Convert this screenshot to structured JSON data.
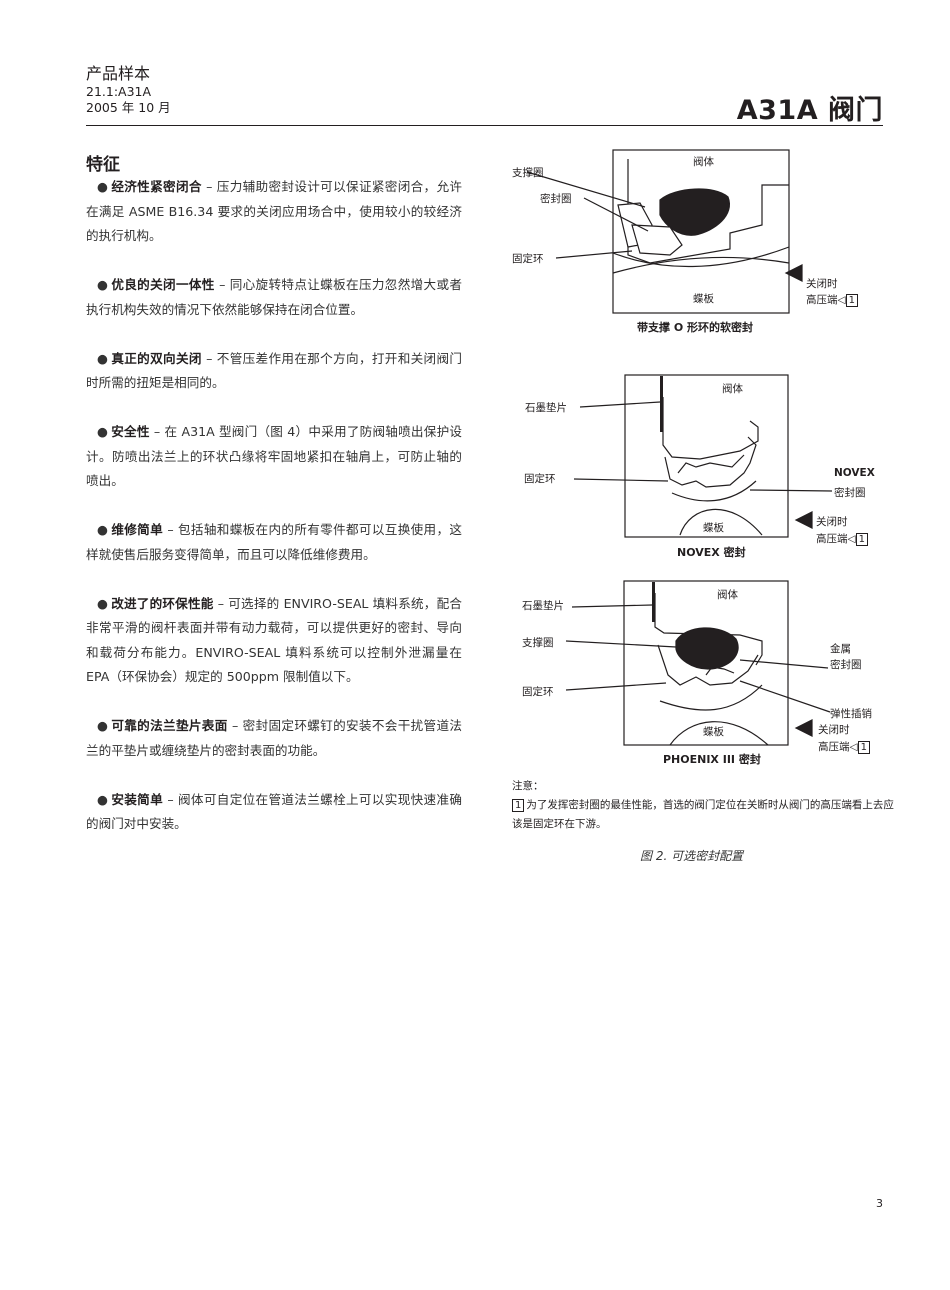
{
  "header": {
    "category": "产品样本",
    "doc_number": "21.1:A31A",
    "date": "2005 年 10 月",
    "title": "A31A 阀门"
  },
  "section_title": "特征",
  "features": [
    {
      "title": "经济性紧密闭合",
      "text": " – 压力辅助密封设计可以保证紧密闭合，允许在满足 ASME B16.34 要求的关闭应用场合中，使用较小的较经济的执行机构。"
    },
    {
      "title": "优良的关闭一体性",
      "text": " – 同心旋转特点让蝶板在压力忽然增大或者执行机构失效的情况下依然能够保持在闭合位置。"
    },
    {
      "title": "真正的双向关闭",
      "text": " – 不管压差作用在那个方向，打开和关闭阀门时所需的扭矩是相同的。"
    },
    {
      "title": "安全性",
      "text": " – 在 A31A 型阀门（图 4）中采用了防阀轴喷出保护设计。防喷出法兰上的环状凸缘将牢固地紧扣在轴肩上，可防止轴的喷出。"
    },
    {
      "title": "维修简单",
      "text": " – 包括轴和蝶板在内的所有零件都可以互换使用，这样就使售后服务变得简单，而且可以降低维修费用。"
    },
    {
      "title": "改进了的环保性能",
      "text": " – 可选择的 ENVIRO-SEAL 填料系统，配合非常平滑的阀杆表面并带有动力载荷，可以提供更好的密封、导向和载荷分布能力。ENVIRO-SEAL 填料系统可以控制外泄漏量在 EPA（环保协会）规定的 500ppm 限制值以下。"
    },
    {
      "title": "可靠的法兰垫片表面",
      "text": " – 密封固定环螺钉的安装不会干扰管道法兰的平垫片或缠绕垫片的密封表面的功能。"
    },
    {
      "title": "安装简单",
      "text": " – 阀体可自定位在管道法兰螺栓上可以实现快速准确的阀门对中安装。"
    }
  ],
  "figure": {
    "diagrams": [
      {
        "caption": "带支撑 O 形环的软密封",
        "labels": {
          "body": "阀体",
          "support_ring": "支撑圈",
          "seal_ring": "密封圈",
          "retainer": "固定环",
          "disc": "蝶板",
          "closed": "关闭时",
          "high_pressure": "高压端"
        }
      },
      {
        "caption": "NOVEX 密封",
        "labels": {
          "body": "阀体",
          "graphite_gasket": "石墨垫片",
          "retainer": "固定环",
          "novex": "NOVEX",
          "seal_ring": "密封圈",
          "disc": "蝶板",
          "closed": "关闭时",
          "high_pressure": "高压端"
        }
      },
      {
        "caption": "PHOENIX III 密封",
        "labels": {
          "body": "阀体",
          "graphite_gasket": "石墨垫片",
          "support_ring": "支撑圈",
          "retainer": "固定环",
          "metal": "金属",
          "seal_ring": "密封圈",
          "elastic_pin": "弹性插销",
          "disc": "蝶板",
          "closed": "关闭时",
          "high_pressure": "高压端"
        }
      }
    ],
    "marker": "1",
    "note_label": "注意：",
    "note_text": "为了发挥密封圈的最佳性能，首选的阀门定位在关断时从阀门的高压端看上去应该是固定环在下游。",
    "title": "图 2. 可选密封配置"
  },
  "page_number": "3"
}
